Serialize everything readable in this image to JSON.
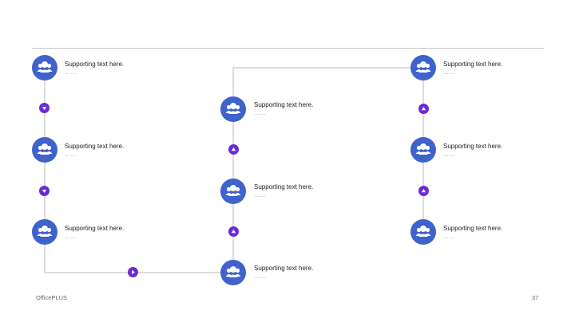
{
  "nodes": [
    {
      "label": "Supporting text here.",
      "sub": "……"
    },
    {
      "label": "Supporting text here.",
      "sub": "……"
    },
    {
      "label": "Supporting text here.",
      "sub": "……"
    },
    {
      "label": "Supporting text here.",
      "sub": "……"
    },
    {
      "label": "Supporting text here.",
      "sub": "……"
    },
    {
      "label": "Supporting text here.",
      "sub": "……"
    },
    {
      "label": "Supporting text here.",
      "sub": "……"
    },
    {
      "label": "Supporting text here.",
      "sub": "……"
    },
    {
      "label": "Supporting text here.",
      "sub": "……"
    }
  ],
  "node_icon": "users-icon",
  "marker_icons": [
    "arrow-down-icon",
    "arrow-down-icon",
    "arrow-right-icon",
    "arrow-up-icon",
    "arrow-up-icon",
    "arrow-up-icon",
    "arrow-up-icon"
  ],
  "colors": {
    "node": "#3f62cc",
    "marker": "#6a2bd6",
    "line": "#c8c8c8"
  },
  "footer": {
    "brand": "OfficePLUS",
    "page": "37"
  }
}
